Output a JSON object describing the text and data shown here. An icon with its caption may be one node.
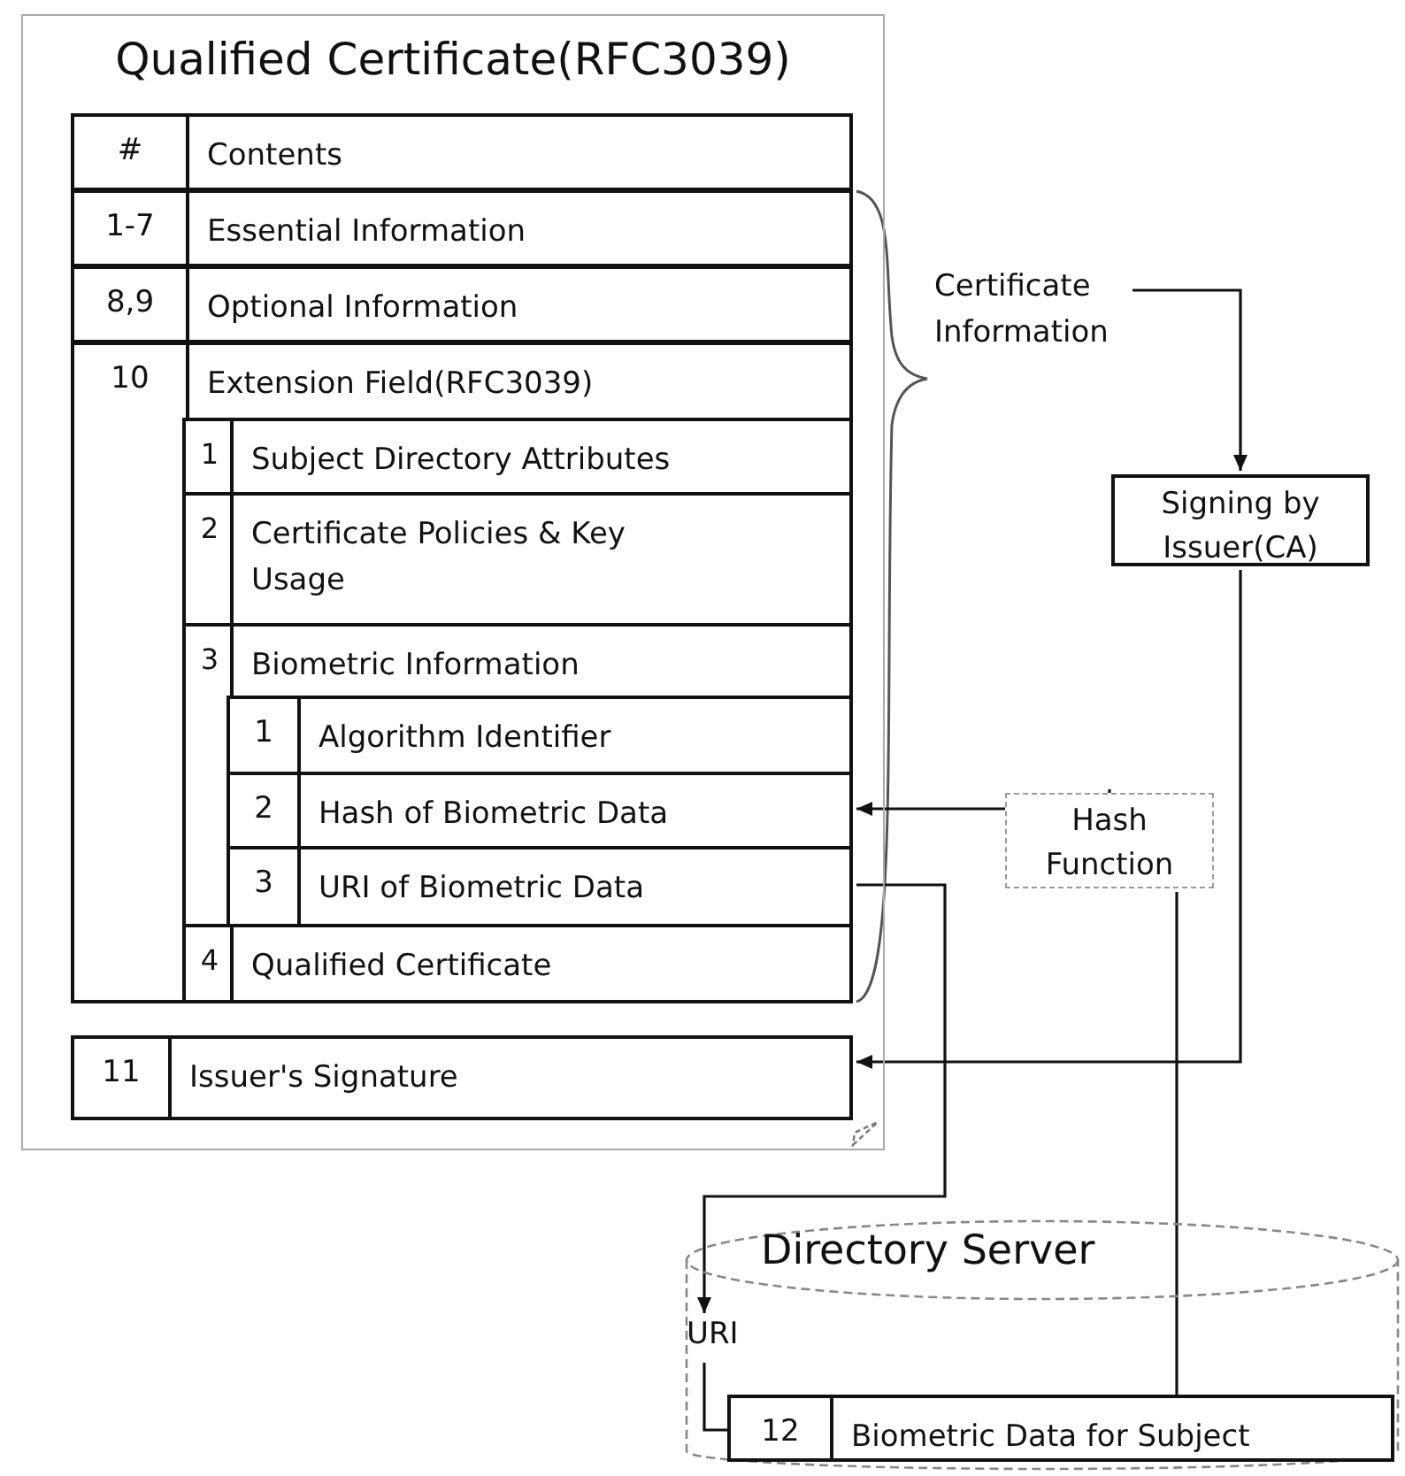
{
  "diagram": {
    "nodes": [
      {
        "text": [
          "Qualified Certificate(RFC3039)"
        ]
      },
      {
        "text": [
          "#",
          "Contents"
        ],
        "in": 0
      },
      {
        "text": [
          "1-7",
          "Essential Information"
        ],
        "in": 0
      },
      {
        "text": [
          "8,9",
          "Optional Information"
        ],
        "in": 0
      },
      {
        "text": [
          "10",
          "Extension Field(RFC3039)"
        ],
        "in": 0
      },
      {
        "text": [
          "1",
          "Subject Directory Attributes"
        ],
        "in": 4
      },
      {
        "text": [
          "2",
          "Certificate Policies & Key Usage"
        ],
        "in": 4
      },
      {
        "text": [
          "3",
          "Biometric Information"
        ],
        "in": 4
      },
      {
        "text": [
          "1",
          "Algorithm Identifier"
        ],
        "in": 7
      },
      {
        "text": [
          "2",
          "Hash of Biometric Data"
        ],
        "in": 7
      },
      {
        "text": [
          "3",
          "URI of Biometric Data"
        ],
        "in": 7
      },
      {
        "text": [
          "4",
          "Qualified Certificate"
        ],
        "in": 4
      },
      {
        "text": [
          "11",
          "Issuer's Signature"
        ],
        "in": 0
      },
      {
        "text": [
          "Certificate Information"
        ]
      },
      {
        "text": [
          "Signing by Issuer(CA)"
        ]
      },
      {
        "text": [
          "Hash Function"
        ]
      },
      {
        "text": [
          "Directory Server"
        ]
      },
      {
        "text": [
          "URI"
        ],
        "in": 16
      },
      {
        "text": [
          "12",
          "Biometric Data for Subject"
        ],
        "in": 16
      }
    ],
    "edges": [
      {
        "from": 13,
        "to": 14,
        "arrow": "to"
      },
      {
        "from": 14,
        "to": 12,
        "arrow": "to"
      },
      {
        "from": 15,
        "to": 9,
        "arrow": "to"
      },
      {
        "from": 15,
        "to": 18,
        "arrow": "none"
      },
      {
        "from": 10,
        "to": 17,
        "arrow": "to"
      },
      {
        "from": 17,
        "to": 18,
        "arrow": "none"
      }
    ]
  }
}
